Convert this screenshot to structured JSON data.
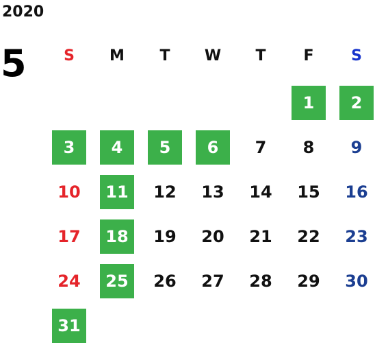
{
  "calendar": {
    "year": "2020",
    "month": "5",
    "weekdays": [
      "S",
      "M",
      "T",
      "W",
      "T",
      "F",
      "S"
    ],
    "first_weekday_index": 5,
    "days": [
      {
        "label": "1",
        "highlighted": true
      },
      {
        "label": "2",
        "highlighted": true
      },
      {
        "label": "3",
        "highlighted": true
      },
      {
        "label": "4",
        "highlighted": true
      },
      {
        "label": "5",
        "highlighted": true
      },
      {
        "label": "6",
        "highlighted": true
      },
      {
        "label": "7",
        "highlighted": false
      },
      {
        "label": "8",
        "highlighted": false
      },
      {
        "label": "9",
        "highlighted": false
      },
      {
        "label": "10",
        "highlighted": false
      },
      {
        "label": "11",
        "highlighted": true
      },
      {
        "label": "12",
        "highlighted": false
      },
      {
        "label": "13",
        "highlighted": false
      },
      {
        "label": "14",
        "highlighted": false
      },
      {
        "label": "15",
        "highlighted": false
      },
      {
        "label": "16",
        "highlighted": false
      },
      {
        "label": "17",
        "highlighted": false
      },
      {
        "label": "18",
        "highlighted": true
      },
      {
        "label": "19",
        "highlighted": false
      },
      {
        "label": "20",
        "highlighted": false
      },
      {
        "label": "21",
        "highlighted": false
      },
      {
        "label": "22",
        "highlighted": false
      },
      {
        "label": "23",
        "highlighted": false
      },
      {
        "label": "24",
        "highlighted": false
      },
      {
        "label": "25",
        "highlighted": true
      },
      {
        "label": "26",
        "highlighted": false
      },
      {
        "label": "27",
        "highlighted": false
      },
      {
        "label": "28",
        "highlighted": false
      },
      {
        "label": "29",
        "highlighted": false
      },
      {
        "label": "30",
        "highlighted": false
      },
      {
        "label": "31",
        "highlighted": true
      }
    ]
  },
  "colors": {
    "highlight": "#3cb04a",
    "sunday": "#e5242a",
    "saturday": "#1b3e91",
    "saturday_header": "#1633cc",
    "text": "#111111"
  }
}
